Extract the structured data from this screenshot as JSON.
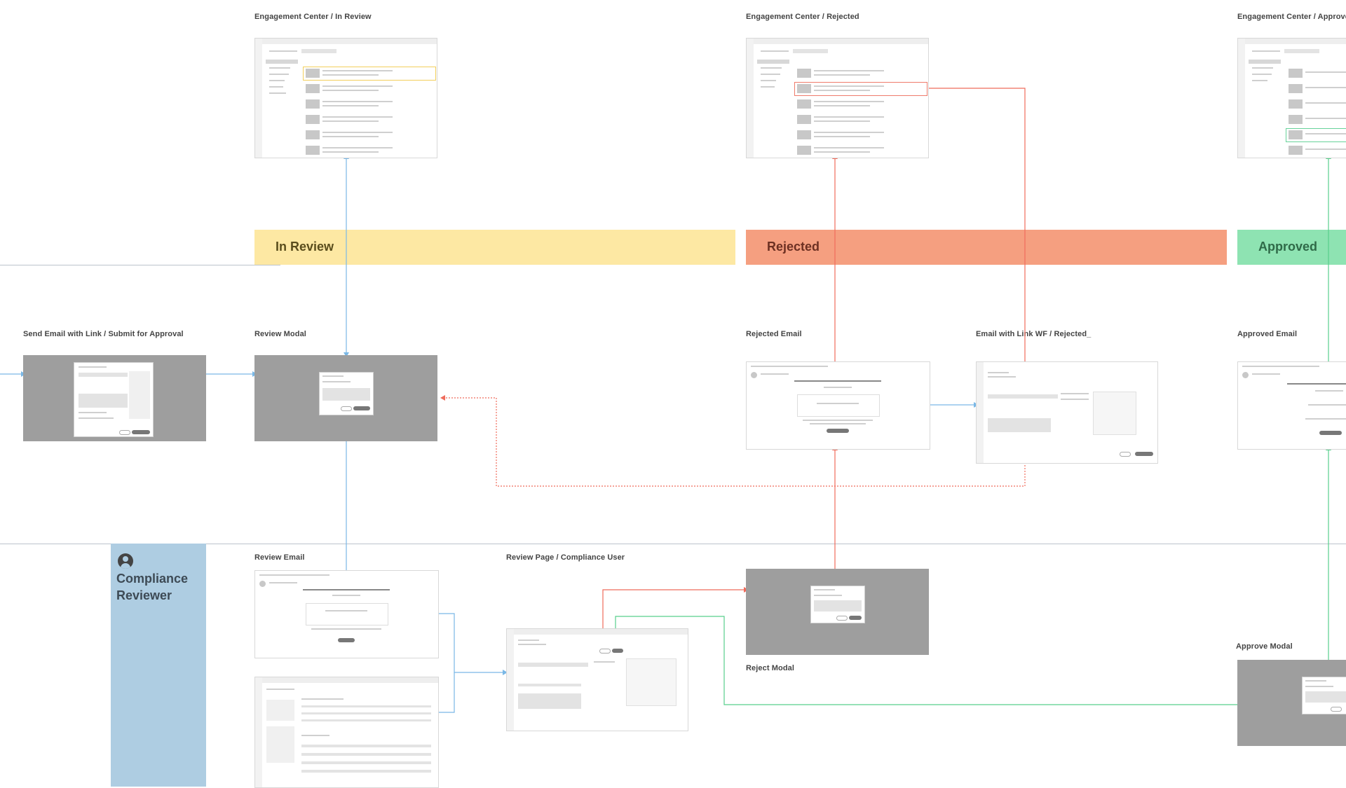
{
  "frames": {
    "ec_in_review": "Engagement Center / In Review",
    "ec_rejected": "Engagement Center / Rejected",
    "ec_approved": "Engagement Center / Approved",
    "send_email": "Send Email with Link / Submit for Approval",
    "review_modal": "Review Modal",
    "rejected_email": "Rejected Email",
    "email_link_rejected": "Email with Link WF / Rejected_",
    "approved_email": "Approved Email",
    "review_email": "Review Email",
    "review_page": "Review Page / Compliance User",
    "reject_modal": "Reject Modal",
    "approve_modal": "Approve Modal"
  },
  "lanes": {
    "in_review": "In Review",
    "rejected": "Rejected",
    "approved": "Approved"
  },
  "actor": {
    "name": "Compliance\nReviewer"
  },
  "colors": {
    "in_review": "#fde8a3",
    "rejected": "#f59f80",
    "approved": "#8ee3b2",
    "lane_text_in_review": "#5a4d1c",
    "lane_text_rejected": "#6d3022",
    "lane_text_approved": "#2f6a48",
    "actor": "#aecde2",
    "connector_blue": "#7ab8e6",
    "connector_red": "#ef6b5b",
    "connector_green": "#58cf8c"
  }
}
